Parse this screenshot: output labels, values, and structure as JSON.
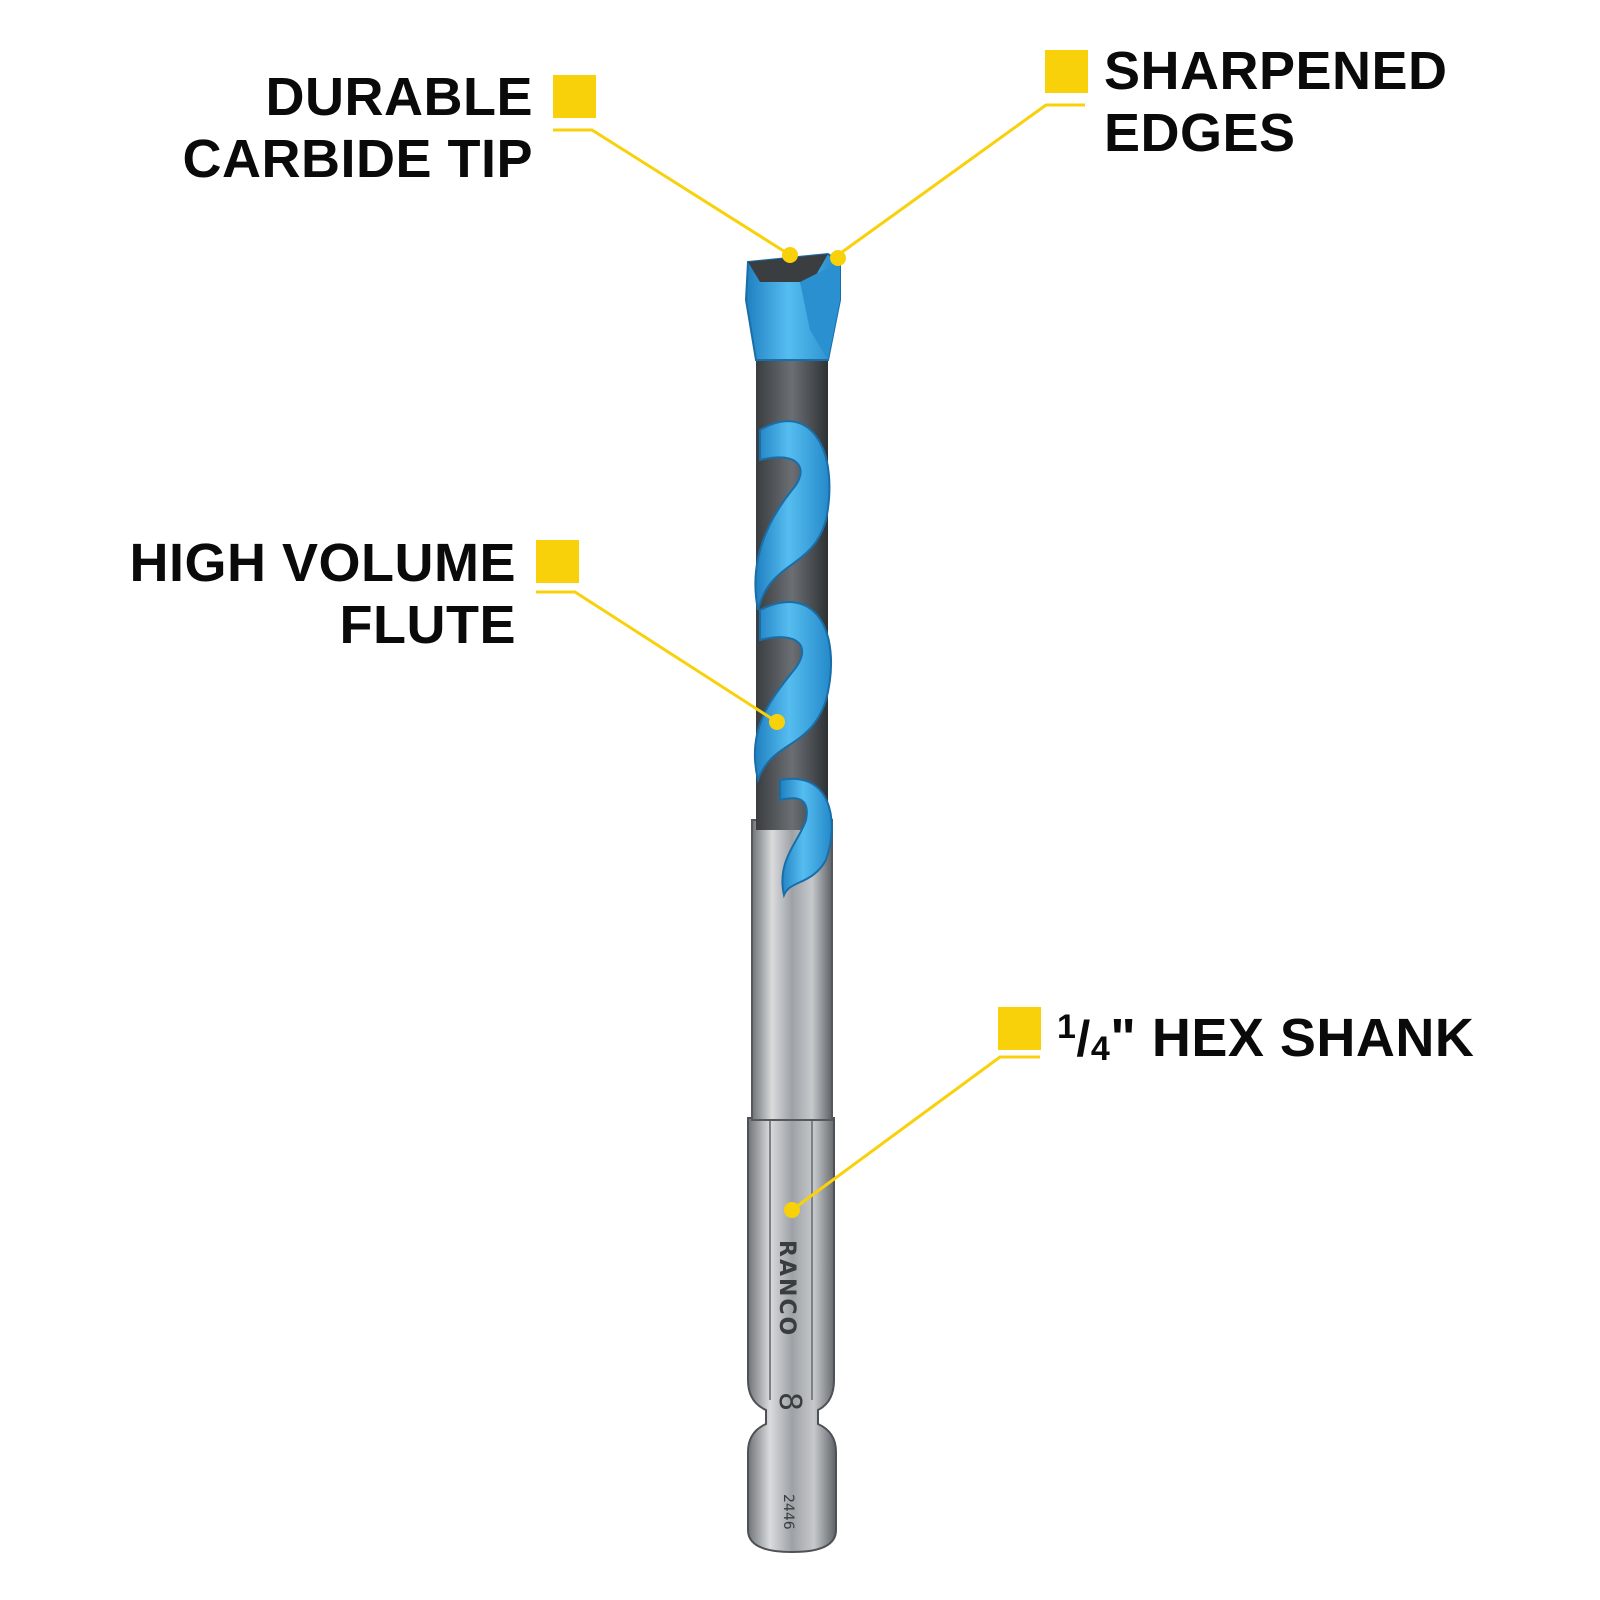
{
  "colors": {
    "accent": "#F9D10B",
    "text": "#0A0A0A",
    "bit_blue": "#3AA6E0",
    "bit_steel": "#A8ABAE"
  },
  "callouts": {
    "carbide_tip": {
      "line1": "DURABLE",
      "line2": "CARBIDE TIP"
    },
    "sharpened_edges": {
      "line1": "SHARPENED",
      "line2": "EDGES"
    },
    "flute": {
      "line1": "HIGH VOLUME",
      "line2": "FLUTE"
    },
    "hex_shank": {
      "numerator": "1",
      "slash": "/",
      "denominator": "4",
      "text": "\" HEX SHANK"
    }
  },
  "bit_engraving": {
    "brand": "RANCO",
    "size": "8",
    "code": "2446"
  }
}
